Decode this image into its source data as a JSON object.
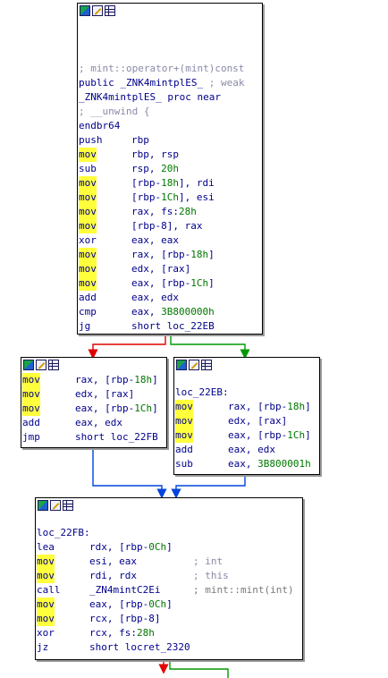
{
  "colors": {
    "mnemonic_highlight": "#ffff3c",
    "edge_taken": "#009900",
    "edge_not_taken": "#e00000",
    "edge_unconditional": "#0044dd",
    "text": "#00008b",
    "comment": "#8a8aa8",
    "number": "#007700"
  },
  "icons": [
    "color-icon",
    "edit-icon",
    "grid-icon"
  ],
  "nodes": {
    "top": {
      "header": [
        "; mint::operator+(mint)const",
        "public _ZNK4mintplES_ ; weak",
        "_ZNK4mintplES_ proc near",
        "; __unwind {",
        "endbr64"
      ],
      "instructions": [
        {
          "mn": "push",
          "op": "rbp",
          "hl": false
        },
        {
          "mn": "mov",
          "op": "rbp, rsp",
          "hl": true
        },
        {
          "mn": "sub",
          "op": "rsp, 20h",
          "hl": false
        },
        {
          "mn": "mov",
          "op": "[rbp-18h], rdi",
          "hl": true
        },
        {
          "mn": "mov",
          "op": "[rbp-1Ch], esi",
          "hl": true
        },
        {
          "mn": "mov",
          "op": "rax, fs:28h",
          "hl": true
        },
        {
          "mn": "mov",
          "op": "[rbp-8], rax",
          "hl": true
        },
        {
          "mn": "xor",
          "op": "eax, eax",
          "hl": false
        },
        {
          "mn": "mov",
          "op": "rax, [rbp-18h]",
          "hl": true
        },
        {
          "mn": "mov",
          "op": "edx, [rax]",
          "hl": true
        },
        {
          "mn": "mov",
          "op": "eax, [rbp-1Ch]",
          "hl": true
        },
        {
          "mn": "add",
          "op": "eax, edx",
          "hl": false
        },
        {
          "mn": "cmp",
          "op": "eax, 3B800000h",
          "hl": false
        },
        {
          "mn": "jg",
          "op": "short loc_22EB",
          "hl": false
        }
      ]
    },
    "left": {
      "instructions": [
        {
          "mn": "mov",
          "op": "rax, [rbp-18h]",
          "hl": true
        },
        {
          "mn": "mov",
          "op": "edx, [rax]",
          "hl": true
        },
        {
          "mn": "mov",
          "op": "eax, [rbp-1Ch]",
          "hl": true
        },
        {
          "mn": "add",
          "op": "eax, edx",
          "hl": false
        },
        {
          "mn": "jmp",
          "op": "short loc_22FB",
          "hl": false
        }
      ]
    },
    "right": {
      "label": "loc_22EB:",
      "instructions": [
        {
          "mn": "mov",
          "op": "rax, [rbp-18h]",
          "hl": true
        },
        {
          "mn": "mov",
          "op": "edx, [rax]",
          "hl": true
        },
        {
          "mn": "mov",
          "op": "eax, [rbp-1Ch]",
          "hl": true
        },
        {
          "mn": "add",
          "op": "eax, edx",
          "hl": false
        },
        {
          "mn": "sub",
          "op": "eax, 3B800001h",
          "hl": false
        }
      ]
    },
    "bottom": {
      "label": "loc_22FB:",
      "instructions": [
        {
          "mn": "lea",
          "op": "rdx, [rbp-0Ch]",
          "hl": false,
          "cm": ""
        },
        {
          "mn": "mov",
          "op": "esi, eax",
          "hl": true,
          "cm": "; int"
        },
        {
          "mn": "mov",
          "op": "rdi, rdx",
          "hl": true,
          "cm": "; this"
        },
        {
          "mn": "call",
          "op": "_ZN4mintC2Ei",
          "hl": false,
          "cm": "; mint::mint(int)"
        },
        {
          "mn": "mov",
          "op": "eax, [rbp-0Ch]",
          "hl": true,
          "cm": ""
        },
        {
          "mn": "mov",
          "op": "rcx, [rbp-8]",
          "hl": true,
          "cm": ""
        },
        {
          "mn": "xor",
          "op": "rcx, fs:28h",
          "hl": false,
          "cm": ""
        },
        {
          "mn": "jz",
          "op": "short locret_2320",
          "hl": false,
          "cm": ""
        }
      ]
    }
  }
}
